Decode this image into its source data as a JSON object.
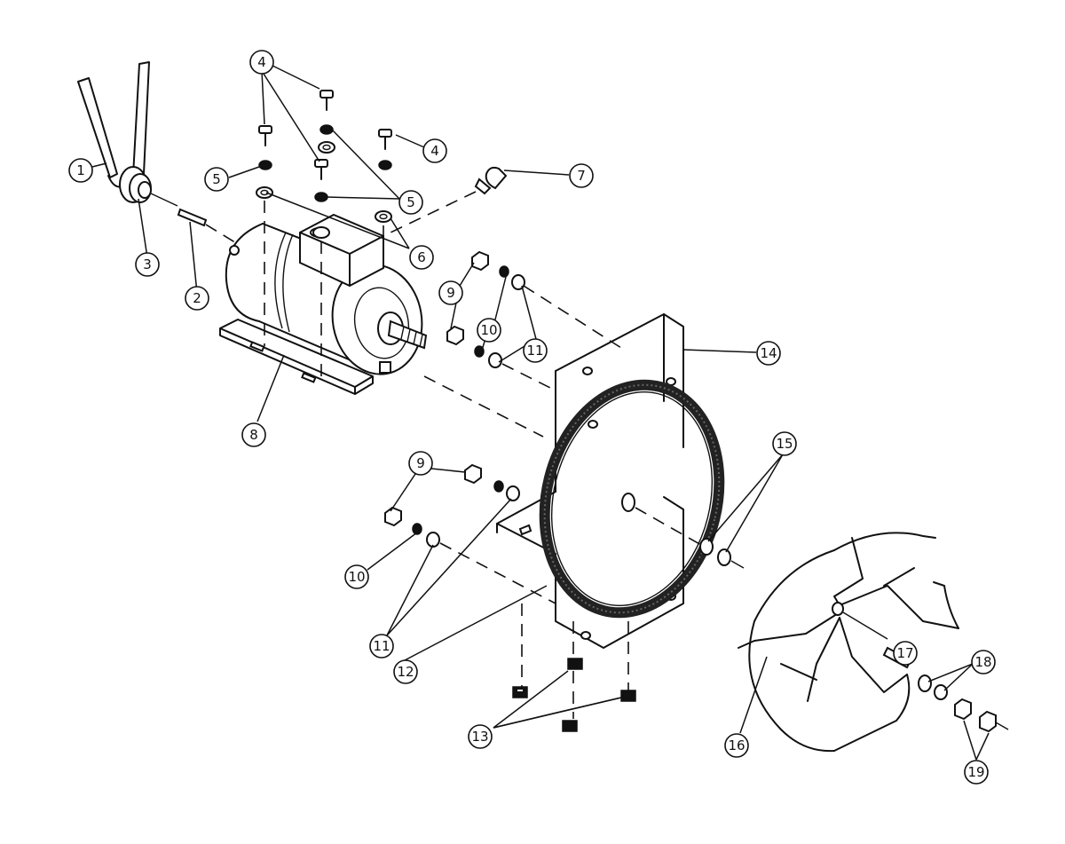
{
  "diagram": {
    "callouts": [
      {
        "label": "1"
      },
      {
        "label": "2"
      },
      {
        "label": "3"
      },
      {
        "label": "4"
      },
      {
        "label": "4"
      },
      {
        "label": "5"
      },
      {
        "label": "5"
      },
      {
        "label": "6"
      },
      {
        "label": "7"
      },
      {
        "label": "8"
      },
      {
        "label": "9"
      },
      {
        "label": "9"
      },
      {
        "label": "10"
      },
      {
        "label": "10"
      },
      {
        "label": "11"
      },
      {
        "label": "11"
      },
      {
        "label": "12"
      },
      {
        "label": "13"
      },
      {
        "label": "14"
      },
      {
        "label": "15"
      },
      {
        "label": "16"
      },
      {
        "label": "17"
      },
      {
        "label": "18"
      },
      {
        "label": "19"
      }
    ]
  }
}
